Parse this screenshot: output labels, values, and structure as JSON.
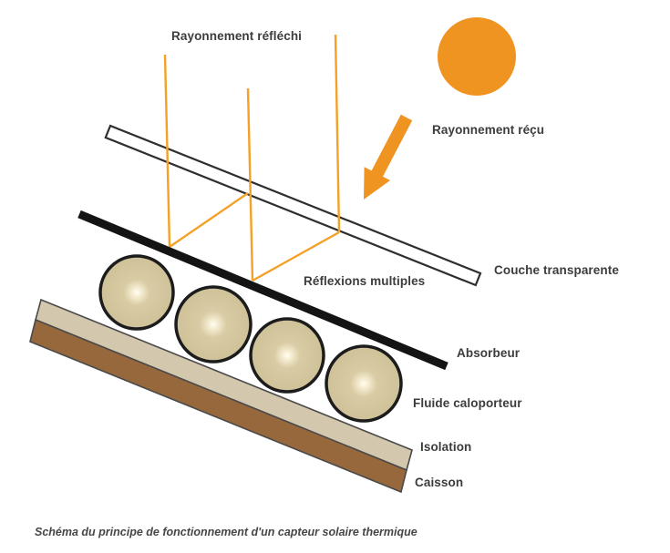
{
  "diagram": {
    "labels": {
      "reflected_radiation": "Rayonnement réfléchi",
      "received_radiation": "Rayonnement réçu",
      "transparent_layer": "Couche transparente",
      "multiple_reflections": "Réflexions multiples",
      "absorber": "Absorbeur",
      "heat_transfer_fluid": "Fluide caloporteur",
      "insulation": "Isolation",
      "casing": "Caisson"
    },
    "caption": "Schéma du principe de fonctionnement d'un capteur solaire thermique"
  },
  "colors": {
    "orange": "#EF9321",
    "ray_orange": "#F5A027",
    "tube_fill": "#CEC199",
    "tube_stroke": "#1C1C1C",
    "insulation_fill": "#D3C7AD",
    "casing_fill": "#97683C",
    "cover_stroke": "#2E2E2E",
    "absorber_color": "#141414",
    "label_text": "#3C3C3C",
    "caption_text": "#464646"
  }
}
